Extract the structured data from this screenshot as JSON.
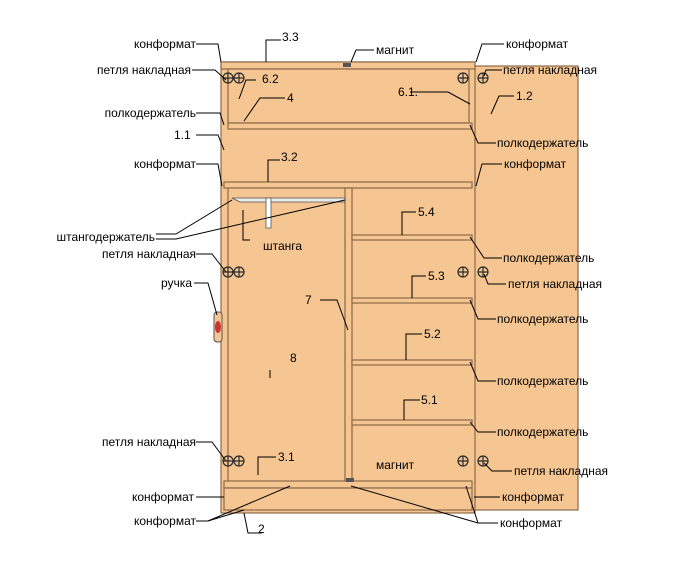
{
  "labels": {
    "konfirmat": "конформат",
    "petlya": "петля накладная",
    "polkoderzhatel": "полкодержатель",
    "magnit": "магнит",
    "shtangoderzhatel": "штангодержатель",
    "shtanga": "штанга",
    "ruchka": "ручка"
  },
  "parts": {
    "p1_1": "1.1",
    "p1_2": "1.2",
    "p2": "2",
    "p3_1": "3.1",
    "p3_2": "3.2",
    "p3_3": "3.3",
    "p4": "4",
    "p5_1": "5.1",
    "p5_2": "5.2",
    "p5_3": "5.3",
    "p5_4": "5.4",
    "p6_1": "6.1.",
    "p6_2": "6.2",
    "p7": "7",
    "p8": "8"
  },
  "colors": {
    "panel": "#f5c592",
    "edge": "#8c6b4a",
    "line": "#000000",
    "hinge": "#2b2b2b",
    "handle_red": "#cc3333"
  }
}
